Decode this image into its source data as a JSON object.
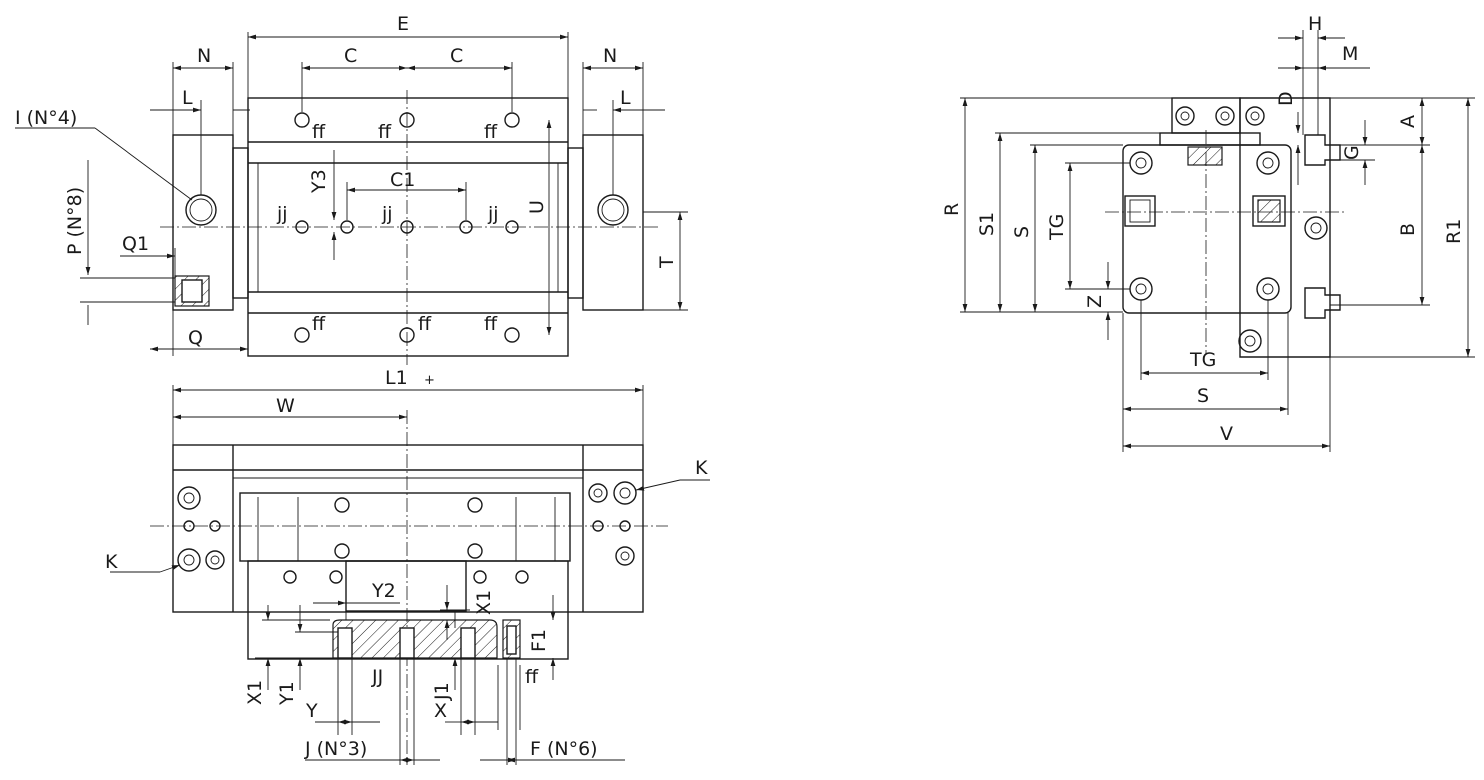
{
  "labels": {
    "E": "E",
    "N": "N",
    "C": "C",
    "L": "L",
    "I": "I (N°4)",
    "P": "P (N°8)",
    "Q1": "Q1",
    "Q": "Q",
    "Y3": "Y3",
    "C1": "C1",
    "jj": "jj",
    "ff": "ff",
    "U": "U",
    "T": "T",
    "L1": "L1",
    "plus": "+",
    "W": "W",
    "K": "K",
    "Y2": "Y2",
    "X1": "X1",
    "F1": "F1",
    "Y1": "Y1",
    "JJ": "JJ",
    "J1": "J1",
    "Y": "Y",
    "X": "X",
    "J": "J (N°3)",
    "F": "F (N°6)",
    "H": "H",
    "M": "M",
    "D": "D",
    "A": "A",
    "G": "G",
    "R": "R",
    "S1": "S1",
    "S": "S",
    "TG": "TG",
    "B": "B",
    "R1": "R1",
    "Z": "Z",
    "V": "V"
  },
  "colors": {
    "line": "#1a1a1a",
    "background": "#ffffff"
  }
}
